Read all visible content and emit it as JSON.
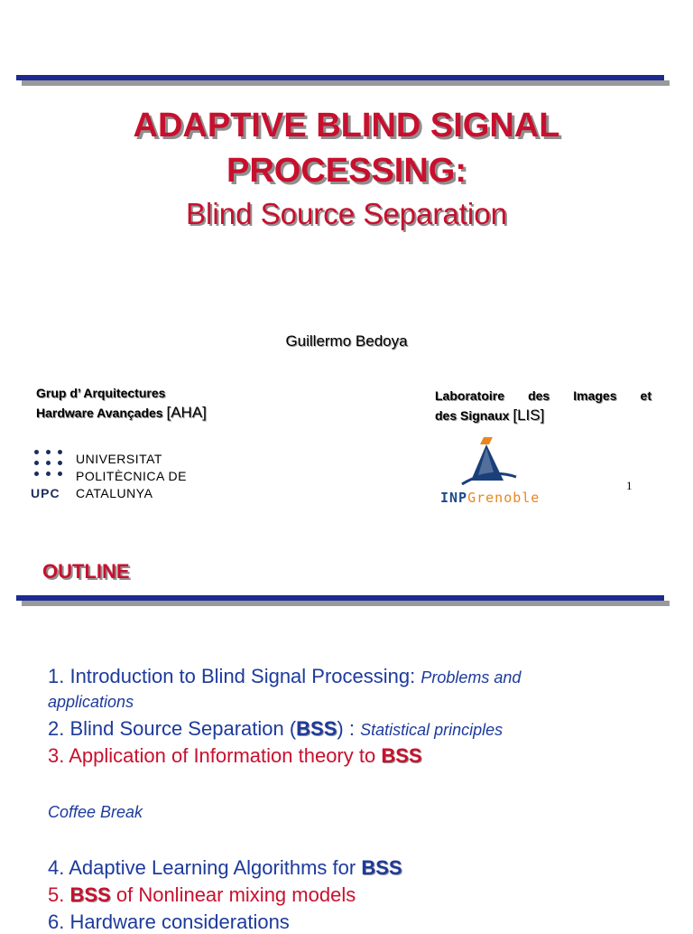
{
  "slide1": {
    "title_line1": "ADAPTIVE BLIND SIGNAL",
    "title_line2": "PROCESSING:",
    "subtitle": "Blind Source Separation",
    "author": "Guillermo Bedoya",
    "left_group": {
      "line1": "Grup d’ Arquitectures",
      "line2_prefix": "Hardware Avançades",
      "line2_tag": "[AHA]"
    },
    "right_group": {
      "line1": "Laboratoire des Images et",
      "line2_prefix": "des Signaux",
      "line2_tag": "[LIS]"
    },
    "upc": {
      "abbr": "UPC",
      "name_line1": "UNIVERSITAT",
      "name_line2": "POLITÈCNICA DE",
      "name_line3": "CATALUNYA"
    },
    "inp": {
      "part1": "INP",
      "part2": "Grenoble"
    },
    "page_number": "1"
  },
  "slide2": {
    "heading": "OUTLINE",
    "item1_main": "1. Introduction to Blind Signal Processing:",
    "item1_italic": "Problems and",
    "item1_cont": "applications",
    "item2_pre": "2. Blind Source Separation (",
    "item2_bss": "BSS",
    "item2_post": ") :",
    "item2_italic": "Statistical principles",
    "item3_pre": "3. Application of Information theory to",
    "item3_bss": "BSS",
    "coffee": "Coffee Break",
    "item4_pre": "4. Adaptive Learning Algorithms for",
    "item4_bss": "BSS",
    "item5_num": "5.",
    "item5_bss": "BSS",
    "item5_post": "of Nonlinear mixing models",
    "item6": "6. Hardware considerations"
  },
  "colors": {
    "title_red": "#c8102e",
    "bar_navy": "#1d2a8f",
    "list_blue": "#1d3a9c"
  }
}
